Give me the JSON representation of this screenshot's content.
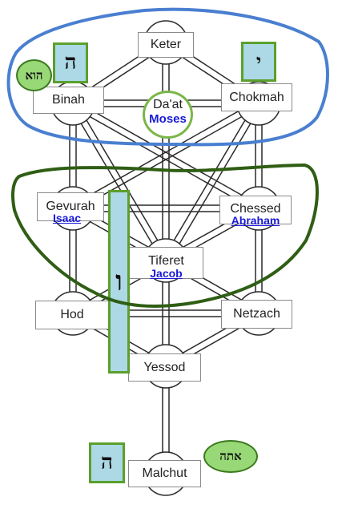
{
  "sefirot": {
    "keter": {
      "label": "Keter"
    },
    "chokmah": {
      "label": "Chokmah"
    },
    "binah": {
      "label": "Binah"
    },
    "daat": {
      "label": "Da'at",
      "figure": "Moses"
    },
    "chessed": {
      "label": "Chessed",
      "figure": "Abraham"
    },
    "gevurah": {
      "label": "Gevurah",
      "figure": "Isaac"
    },
    "tiferet": {
      "label": "Tiferet",
      "figure": "Jacob"
    },
    "netzach": {
      "label": "Netzach"
    },
    "hod": {
      "label": "Hod"
    },
    "yessod": {
      "label": "Yessod"
    },
    "malchut": {
      "label": "Malchut"
    }
  },
  "letters": {
    "yud": "י",
    "he_upper": "ה",
    "vav": "ו",
    "he_lower": "ה"
  },
  "pronouns": {
    "hu": "הוא",
    "atah": "אתה"
  },
  "colors": {
    "letter_fill": "#add8e6",
    "letter_border": "#5aa02c",
    "upper_group_outline": "#4a7fd0",
    "middle_group_outline": "#2f5e14",
    "pronoun_fill": "#98d877",
    "figure_text": "#1a1ad6"
  }
}
